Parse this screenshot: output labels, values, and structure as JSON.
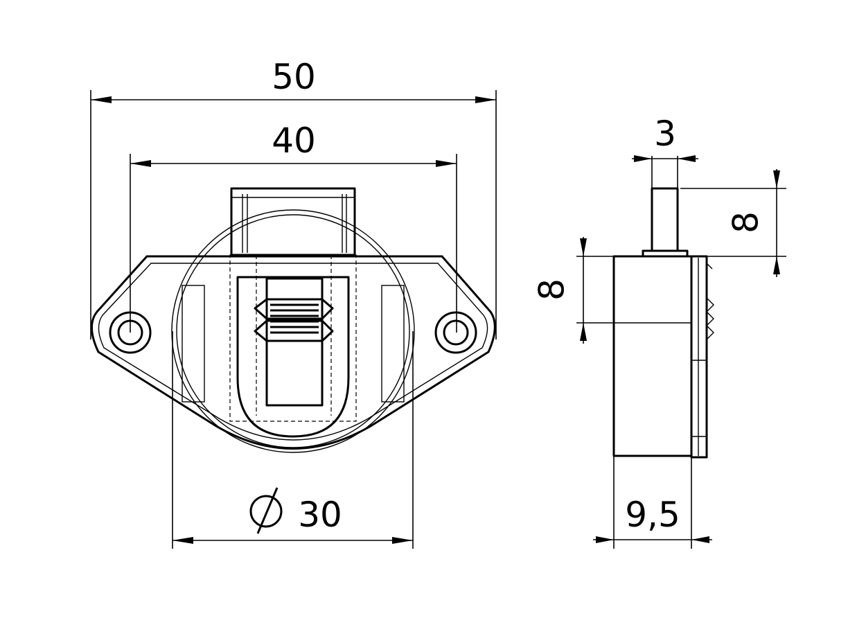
{
  "drawing": {
    "front_view": {
      "dim_overall_width": "50",
      "dim_hole_spacing": "40",
      "dim_diameter_symbol": "Ø-symbol",
      "dim_diameter_value": "30"
    },
    "side_view": {
      "dim_pin_width": "3",
      "dim_pin_height": "8",
      "dim_upper_offset": "8",
      "dim_depth": "9,5"
    }
  }
}
